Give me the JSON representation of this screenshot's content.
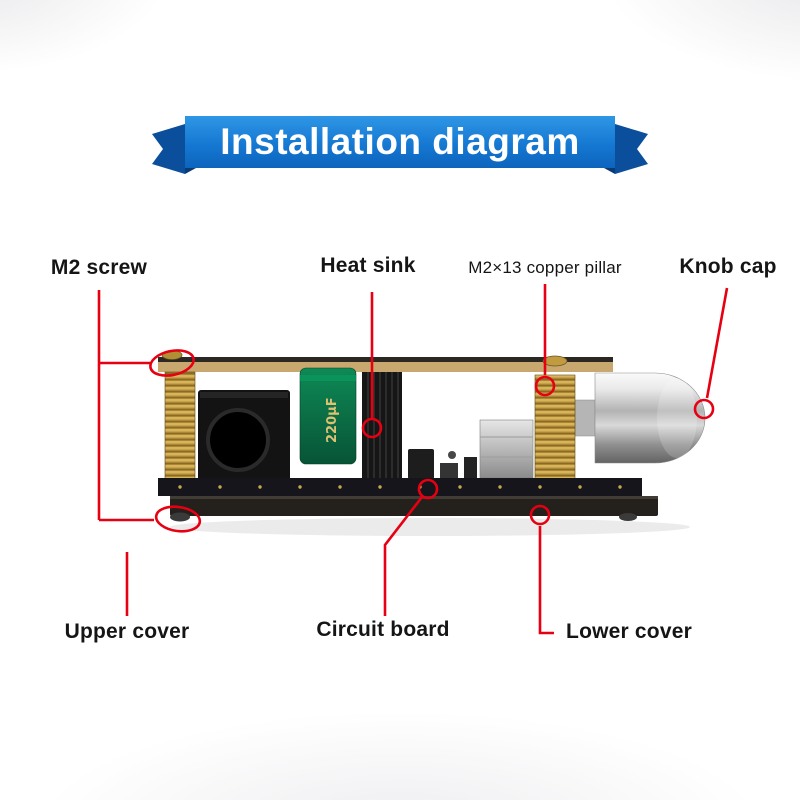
{
  "banner": {
    "title": "Installation diagram",
    "ribbon_color": "#1578d2",
    "ribbon_fold_color": "#0b4f9c"
  },
  "callouts": {
    "color": "#e60012"
  },
  "labels": {
    "m2_screw": "M2 screw",
    "heat_sink": "Heat sink",
    "copper_pillar": "M2×13 copper pillar",
    "knob_cap": "Knob cap",
    "upper_cover": "Upper cover",
    "circuit_board": "Circuit board",
    "lower_cover": "Lower cover"
  },
  "photo": {
    "capacitor_label": "220µF"
  }
}
